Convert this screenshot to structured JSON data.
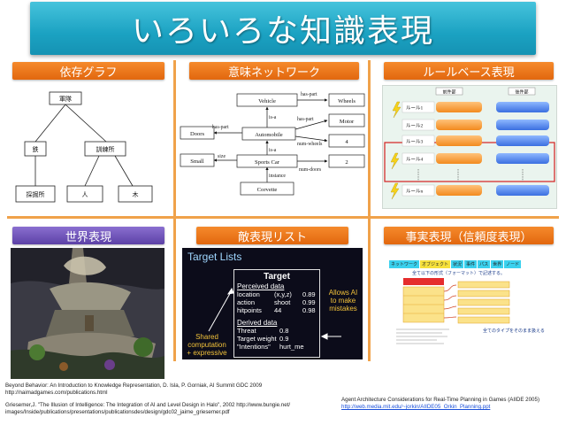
{
  "title": "いろいろな知識表現",
  "sections": {
    "dependency_graph": {
      "header": "依存グラフ",
      "nodes": {
        "root": "軍隊",
        "left": "鉄",
        "right": "訓練所",
        "bottom_left": "採掘所",
        "bottom_mid": "人",
        "bottom_right": "木"
      }
    },
    "semantic_network": {
      "header": "意味ネットワーク",
      "nodes": {
        "vehicle": "Vehicle",
        "wheels": "Wheels",
        "motor": "Motor",
        "four": "4",
        "doors": "Doors",
        "automobile": "Automobile",
        "small": "Small",
        "sports_car": "Sports Car",
        "two": "2",
        "corvette": "Corvette"
      },
      "edges": {
        "has_part_1": "has-part",
        "has_part_2": "has-part",
        "has_part_3": "has-part",
        "is_a_1": "is-a",
        "is_a_2": "is-a",
        "num_wheels": "num-wheels",
        "size": "size",
        "num_doors": "num-doors",
        "instance": "instance"
      }
    },
    "rule_based": {
      "header": "ルールベース表現",
      "col_left": "前件部",
      "col_right": "後件部",
      "rules": [
        "ルール1",
        "ルール2",
        "ルール3",
        "ルール4",
        "ルールn"
      ]
    },
    "world_repr": {
      "header": "世界表現"
    },
    "enemy_lists": {
      "header": "敵表現リスト",
      "panel_title": "Target Lists",
      "target_title": "Target",
      "perceived_label": "Perceived data",
      "rows": [
        {
          "k": "location",
          "v": "(x,y,z)",
          "c": "0.89"
        },
        {
          "k": "action",
          "v": "shoot",
          "c": "0.99"
        },
        {
          "k": "hitpoints",
          "v": "44",
          "c": "0.98"
        }
      ],
      "derived_label": "Derived data",
      "derived_rows": [
        {
          "k": "Threat",
          "v": "0.8"
        },
        {
          "k": "Target weight",
          "v": "0.9"
        },
        {
          "k": "\"Intentions\"",
          "v": "hurt_me"
        }
      ],
      "shared_note": "Shared computation + expressive power",
      "allows_note": "Allows AI to make mistakes"
    },
    "fact_repr": {
      "header": "事実表現（信頼度表現）",
      "tags": [
        "ネットワーク",
        "オブジェクト",
        "状況",
        "事件",
        "パス",
        "世界",
        "ノード"
      ],
      "subtitle": "全て以下の形式（フォーマット）で記述する。",
      "footer_note": "全てのタイプをそのまま扱える"
    }
  },
  "citations": {
    "left_1": "Beyond Behavior: An Introduction to Knowledge Representation, D. Isla, P. Gorniak, AI Summit GDC 2009",
    "left_1_url": "http://naimadgames.com/publications.html",
    "left_2": "Griesemer,J. \"The Illusion of Intelligence: The Integration of AI and Level Design in Halo\", 2002 http://www.bungie.net/",
    "left_2b": "images/Inside/publications/presentations/publicationsdes/design/gdc02_jaime_griesemer.pdf",
    "right_1": "Agent Architecture Considerations for Real-Time Planning in Games (AIIDE 2005)",
    "right_1_url": "http://web.media.mit.edu/~jorkin/AIIDE05_Orkin_Planning.ppt"
  },
  "colors": {
    "title": "#1ba2c2",
    "section_orange": "#e9761a",
    "section_purple": "#6a4fb5",
    "divider": "#f0a24a"
  }
}
